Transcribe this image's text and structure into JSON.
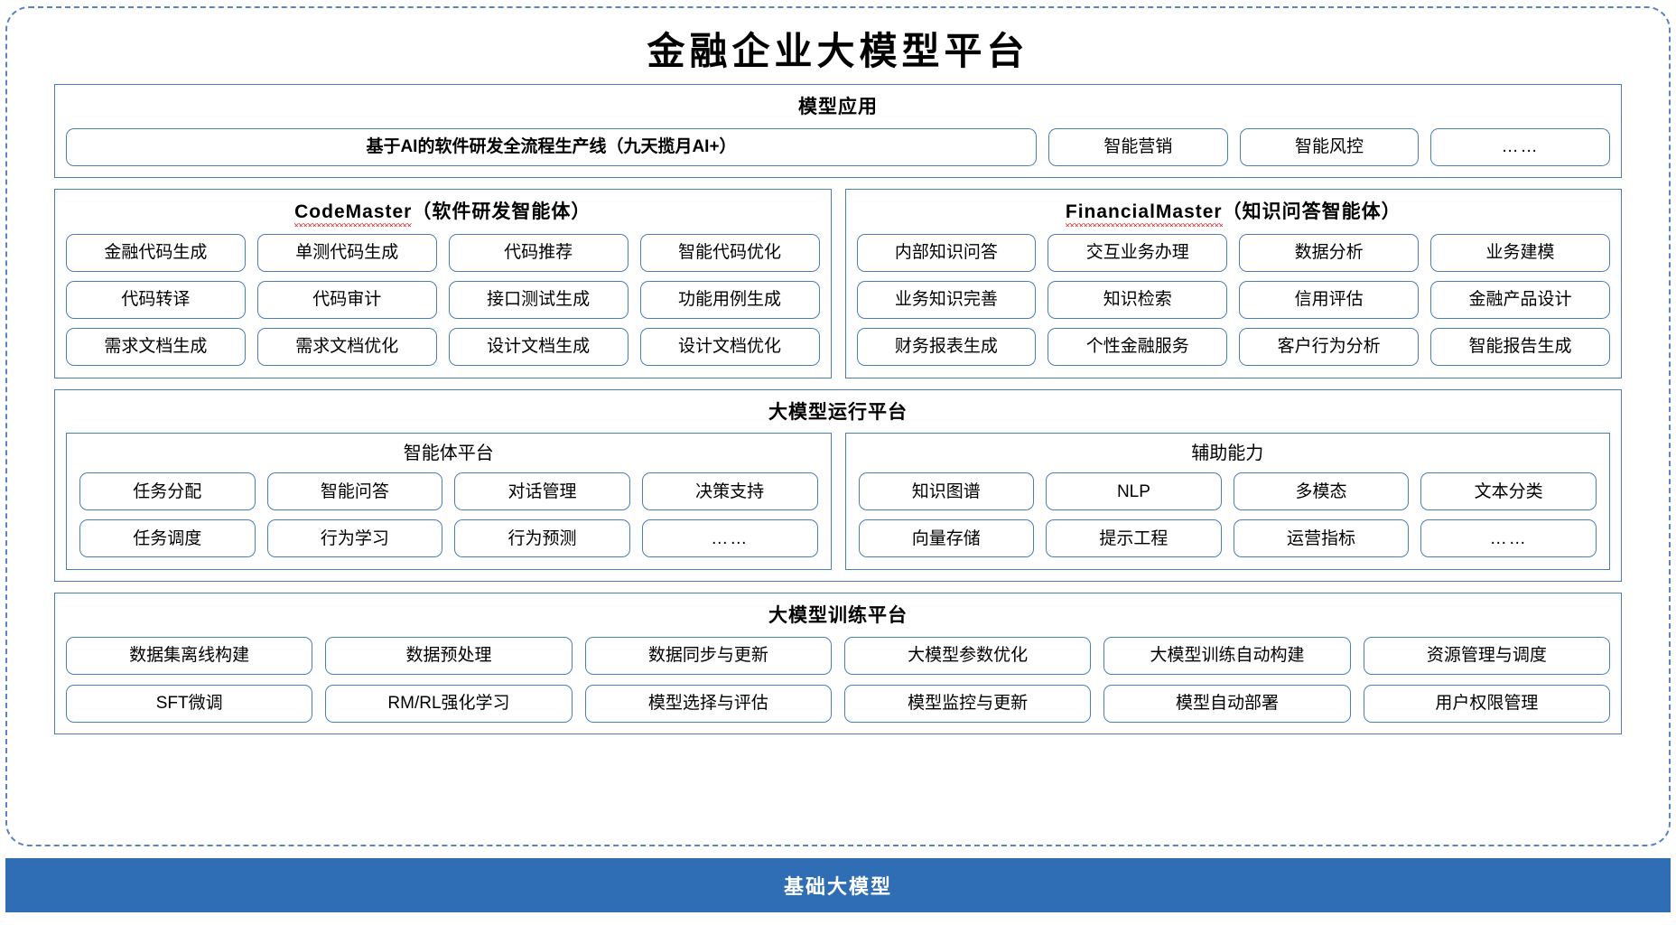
{
  "title": "金融企业大模型平台",
  "sections": {
    "apps": {
      "title": "模型应用",
      "flagship": "基于AI的软件研发全流程生产线（九天揽月AI+）",
      "items": [
        "智能营销",
        "智能风控",
        "……"
      ]
    },
    "code_master": {
      "name": "CodeMaster",
      "suffix": "（软件研发智能体）",
      "items": [
        "金融代码生成",
        "单测代码生成",
        "代码推荐",
        "智能代码优化",
        "代码转译",
        "代码审计",
        "接口测试生成",
        "功能用例生成",
        "需求文档生成",
        "需求文档优化",
        "设计文档生成",
        "设计文档优化"
      ]
    },
    "financial_master": {
      "name": "FinancialMaster",
      "suffix": "（知识问答智能体）",
      "items": [
        "内部知识问答",
        "交互业务办理",
        "数据分析",
        "业务建模",
        "业务知识完善",
        "知识检索",
        "信用评估",
        "金融产品设计",
        "财务报表生成",
        "个性金融服务",
        "客户行为分析",
        "智能报告生成"
      ]
    },
    "runtime": {
      "title": "大模型运行平台",
      "agent_platform": {
        "title": "智能体平台",
        "items": [
          "任务分配",
          "智能问答",
          "对话管理",
          "决策支持",
          "任务调度",
          "行为学习",
          "行为预测",
          "……"
        ]
      },
      "support_capability": {
        "title": "辅助能力",
        "items": [
          "知识图谱",
          "NLP",
          "多模态",
          "文本分类",
          "向量存储",
          "提示工程",
          "运营指标",
          "……"
        ]
      }
    },
    "training": {
      "title": "大模型训练平台",
      "items": [
        "数据集离线构建",
        "数据预处理",
        "数据同步与更新",
        "大模型参数优化",
        "大模型训练自动构建",
        "资源管理与调度",
        "SFT微调",
        "RM/RL强化学习",
        "模型选择与评估",
        "模型监控与更新",
        "模型自动部署",
        "用户权限管理"
      ]
    },
    "foundation": {
      "title": "基础大模型"
    }
  },
  "colors": {
    "accent_border": "#4a7ebb",
    "frame_dashed": "#5b84c4",
    "foundation_bar": "#2f6db5",
    "spellcheck_underline": "#e02020"
  }
}
